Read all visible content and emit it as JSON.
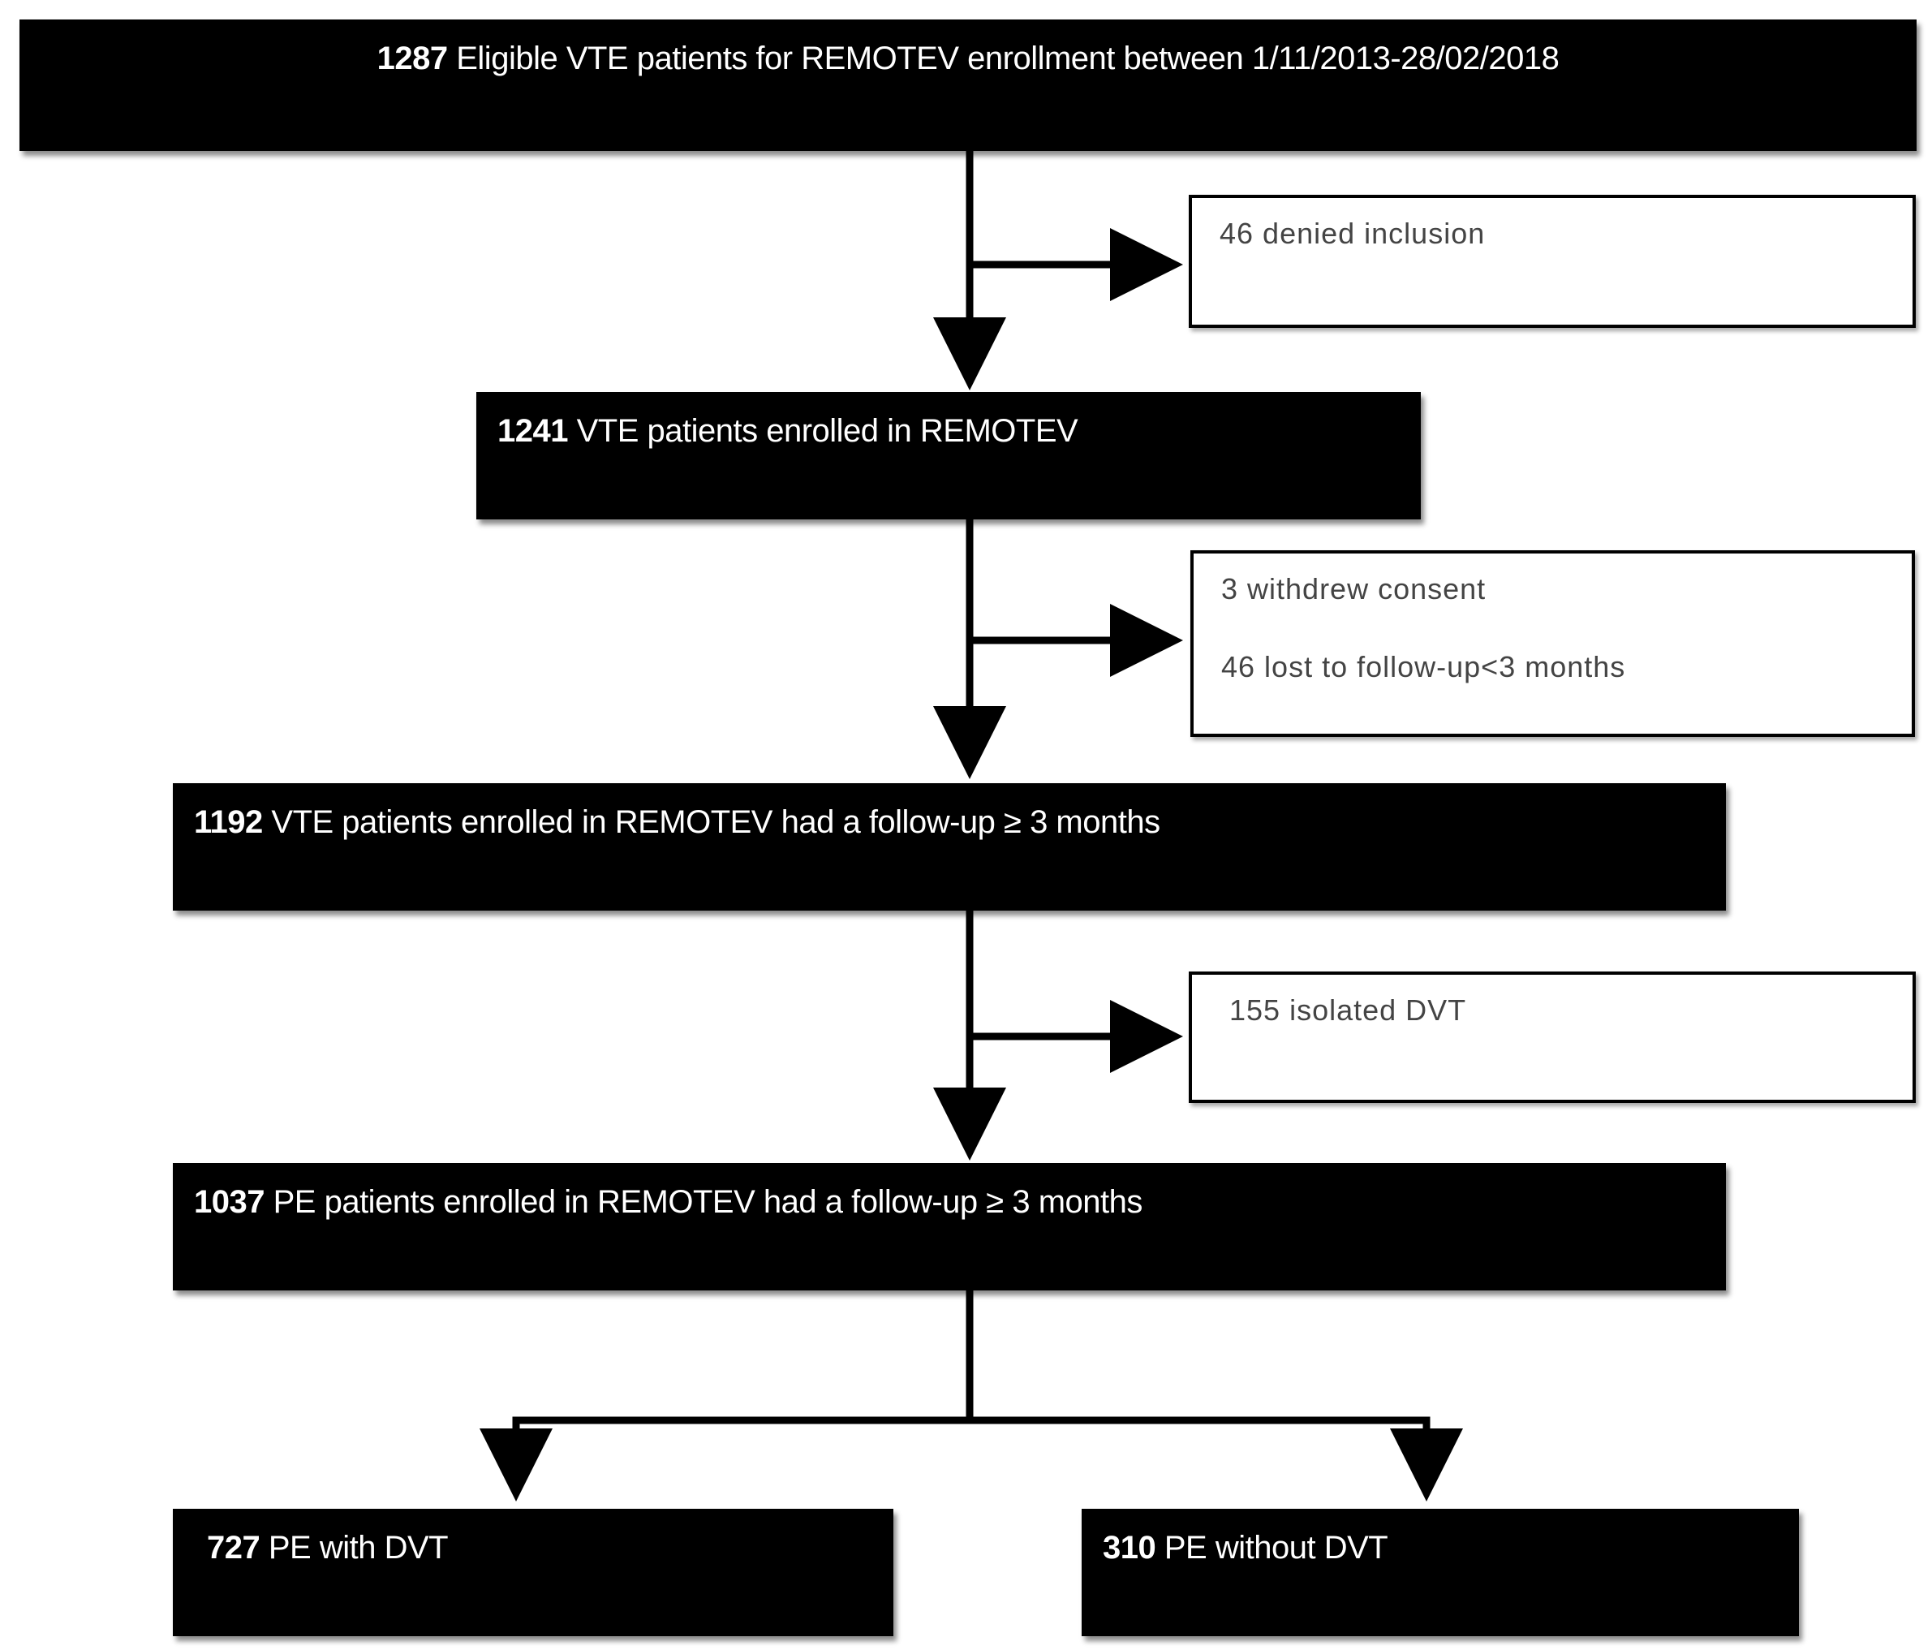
{
  "nodes": {
    "eligible": {
      "number": "1287",
      "text": " Eligible VTE patients for REMOTEV enrollment between 1/11/2013-28/02/2018"
    },
    "denied": {
      "lines": [
        "46 denied inclusion"
      ]
    },
    "enrolled": {
      "number": "1241",
      "text": " VTE patients enrolled in  REMOTEV"
    },
    "excluded": {
      "lines": [
        "3 withdrew consent",
        "46 lost to follow-up<3 months"
      ]
    },
    "followup_vte": {
      "number": "1192",
      "text": " VTE patients enrolled in REMOTEV had a follow-up ≥ 3 months"
    },
    "isolated_dvt": {
      "lines": [
        "155 isolated DVT"
      ]
    },
    "followup_pe": {
      "number": "1037",
      "text": " PE patients enrolled in REMOTEV had a follow-up ≥ 3 months"
    },
    "pe_with_dvt": {
      "number": "727",
      "text": " PE with DVT"
    },
    "pe_without_dvt": {
      "number": "310",
      "text": " PE without DVT"
    }
  },
  "edges": [
    {
      "from": "eligible",
      "to": "enrolled"
    },
    {
      "from": "eligible",
      "to": "denied"
    },
    {
      "from": "enrolled",
      "to": "followup_vte"
    },
    {
      "from": "enrolled",
      "to": "excluded"
    },
    {
      "from": "followup_vte",
      "to": "followup_pe"
    },
    {
      "from": "followup_vte",
      "to": "isolated_dvt"
    },
    {
      "from": "followup_pe",
      "to": "pe_with_dvt"
    },
    {
      "from": "followup_pe",
      "to": "pe_without_dvt"
    }
  ],
  "colors": {
    "box_fill": "#000000",
    "box_text": "#ffffff",
    "note_border": "#000000",
    "note_text": "#444444",
    "arrow": "#000000"
  }
}
